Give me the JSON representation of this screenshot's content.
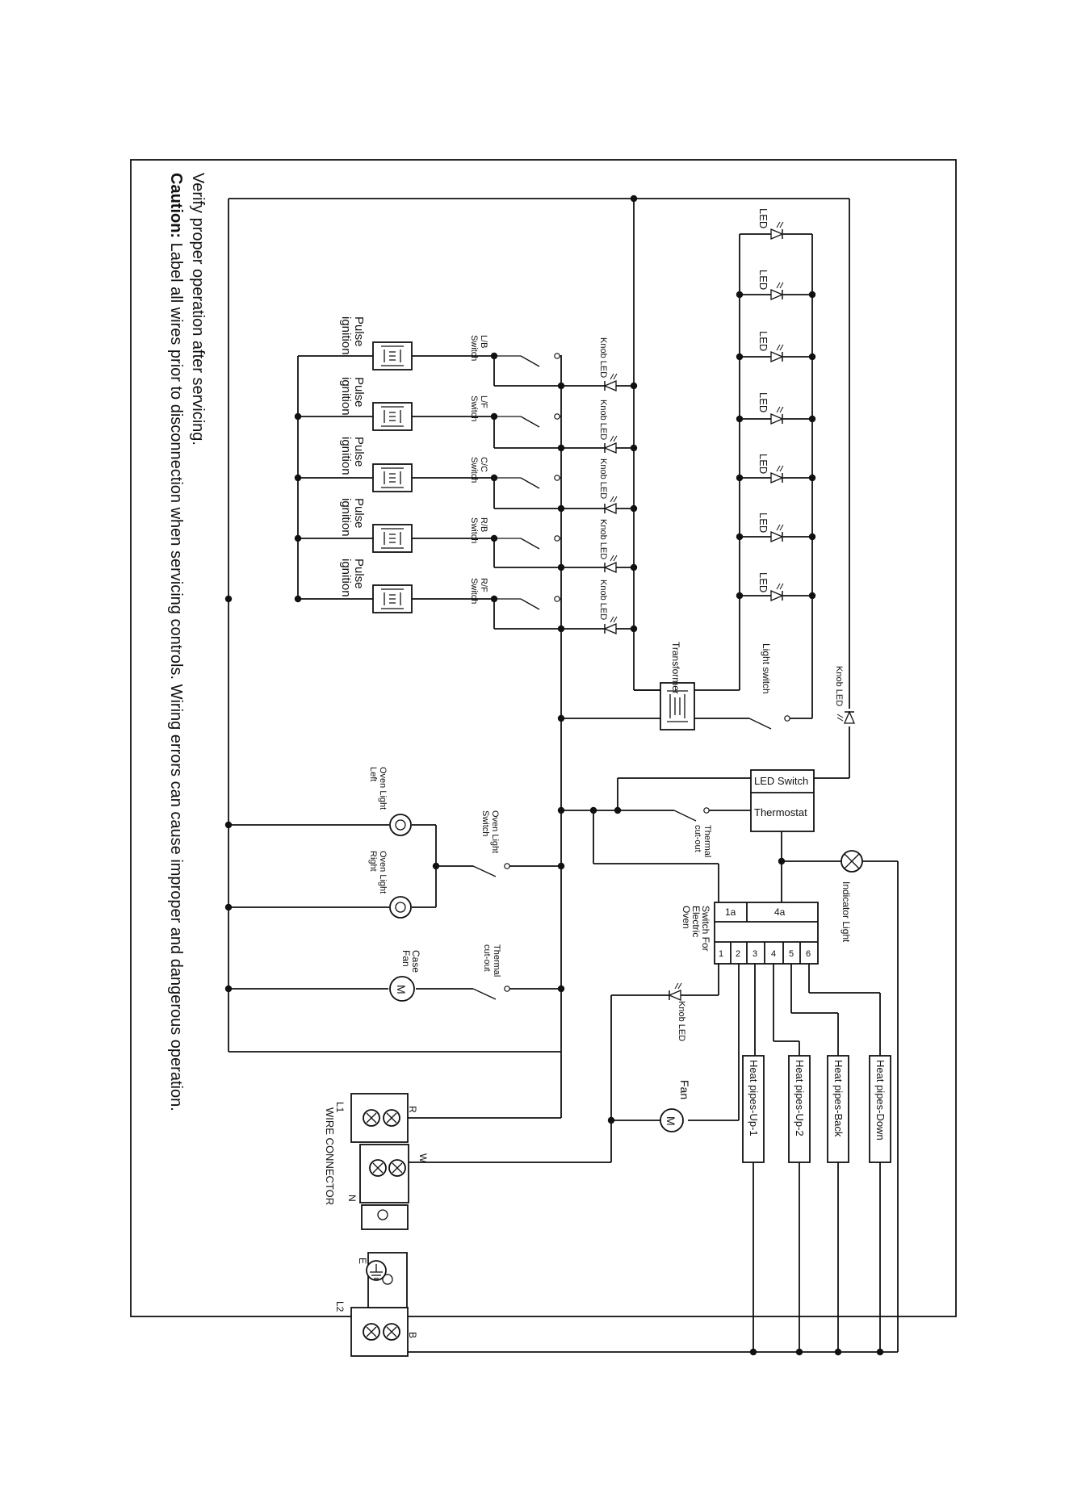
{
  "caution": {
    "bold": "Caution:",
    "line1": " Label all wires prior to disconnection when servicing controls. Wiring errors can cause improper and dangerous operation.",
    "line2": "Verify proper operation after servicing."
  },
  "leds": [
    "LED",
    "LED",
    "LED",
    "LED",
    "LED",
    "LED",
    "LED"
  ],
  "burners": [
    {
      "switch1": "L/B",
      "switch2": "Switch",
      "led": "Knob LED",
      "ign1": "Pulse",
      "ign2": "ignition"
    },
    {
      "switch1": "L/F",
      "switch2": "Switch",
      "led": "Knob LED",
      "ign1": "Pulse",
      "ign2": "ignition"
    },
    {
      "switch1": "C/C",
      "switch2": "Switch",
      "led": "Knob LED",
      "ign1": "Pulse",
      "ign2": "ignition"
    },
    {
      "switch1": "R/B",
      "switch2": "Switch",
      "led": "Knob LED",
      "ign1": "Pulse",
      "ign2": "ignition"
    },
    {
      "switch1": "R/F",
      "switch2": "Switch",
      "led": "Knob LED",
      "ign1": "Pulse",
      "ign2": "ignition"
    }
  ],
  "labels": {
    "transformer": "Transformer",
    "light_switch": "Light switch",
    "knob_led": "Knob LED",
    "led_switch": "LED Switch",
    "thermostat": "Thermostat",
    "thermal_cutout_1": "Thermal",
    "thermal_cutout_2": "cut-out",
    "indicator_light": "Indicator Light",
    "oven_switch_1": "Switch For",
    "oven_switch_2": "Electric",
    "oven_switch_3": "Oven",
    "oven_switch_terminal_1a": "1a",
    "oven_switch_terminal_4a": "4a",
    "oven_switch_pins": [
      "1",
      "2",
      "3",
      "4",
      "5",
      "6"
    ],
    "oven_light_left_1": "Oven Light",
    "oven_light_left_2": "Left",
    "oven_light_right_1": "Oven Light",
    "oven_light_right_2": "Right",
    "oven_light_switch_1": "Oven Light",
    "oven_light_switch_2": "Switch",
    "case_fan_1": "Case",
    "case_fan_2": "Fan",
    "motor": "M",
    "fan": "Fan",
    "knob_led_lower": "Knob LED",
    "heat_pipes": [
      "Heat pipes-Up-1",
      "Heat pipes-Up-2",
      "Heat pipes-Back",
      "Heat pipes-Down"
    ],
    "terminal_r": "R",
    "terminal_w": "W",
    "terminal_b": "B",
    "terminal_l1": "L1",
    "terminal_n": "N",
    "terminal_l2": "L2",
    "wire_connector": "WIRE CONNECTOR",
    "earth": "E"
  }
}
